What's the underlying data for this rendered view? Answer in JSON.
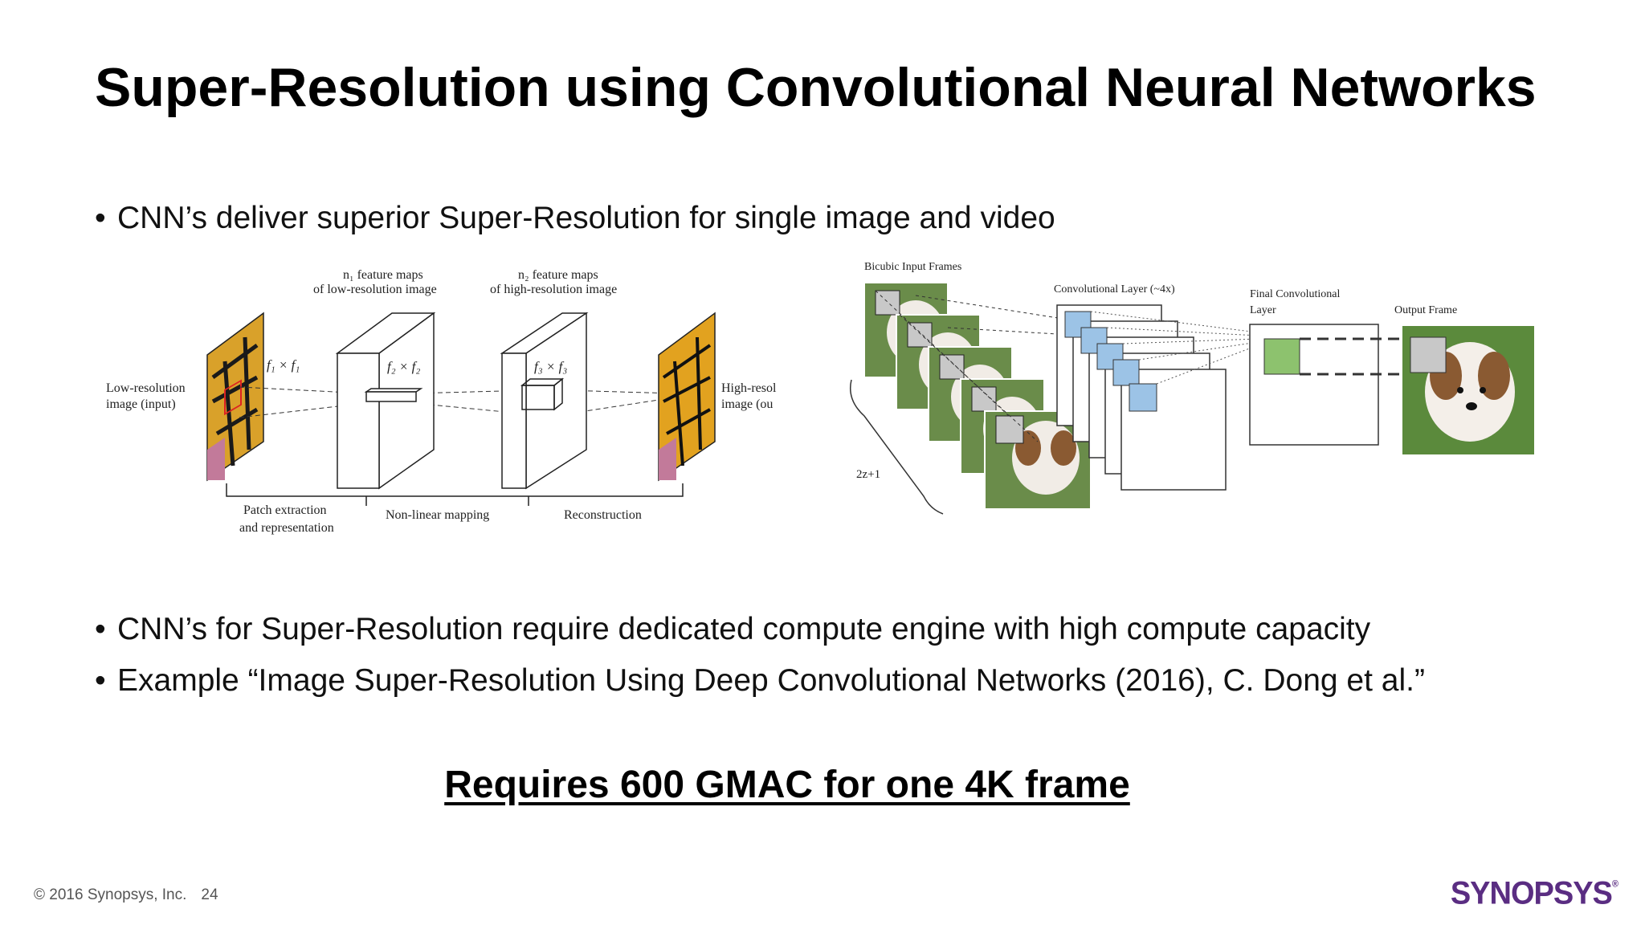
{
  "slide": {
    "title": "Super-Resolution using Convolutional Neural Networks",
    "bullets": [
      "CNN’s deliver superior Super-Resolution for single image and video",
      "CNN’s for Super-Resolution require dedicated compute engine with high compute capacity",
      "Example “Image Super-Resolution Using Deep Convolutional Networks (2016), C. Dong et al.”"
    ],
    "bullet_symbol": "•",
    "highlight": "Requires 600 GMAC for one 4K frame"
  },
  "figure_srcnn": {
    "input_label_1": "Low-resolution",
    "input_label_2": "image (input)",
    "output_label_1": "High-resol",
    "output_label_2": "image (ou",
    "n1_label_1": "n₁ feature maps",
    "n1_label_2": "of low-resolution image",
    "n2_label_1": "n₂ feature maps",
    "n2_label_2": "of high-resolution image",
    "f1": "f₁ × f₁",
    "f2": "f₂ × f₂",
    "f3": "f₃ × f₃",
    "stage1_1": "Patch extraction",
    "stage1_2": "and representation",
    "stage2": "Non-linear mapping",
    "stage3": "Reconstruction"
  },
  "figure_video": {
    "input_label": "Bicubic Input Frames",
    "conv_label": "Convolutional Layer (~4x)",
    "final_label_1": "Final Convolutional",
    "final_label_2": "Layer",
    "output_label": "Output Frame",
    "frames_label": "2z+1"
  },
  "footer": {
    "copyright": "© 2016 Synopsys, Inc.",
    "page": "24"
  },
  "logo": {
    "text": "SYNOPSYS",
    "mark": "®",
    "color": "#5a2d82"
  }
}
